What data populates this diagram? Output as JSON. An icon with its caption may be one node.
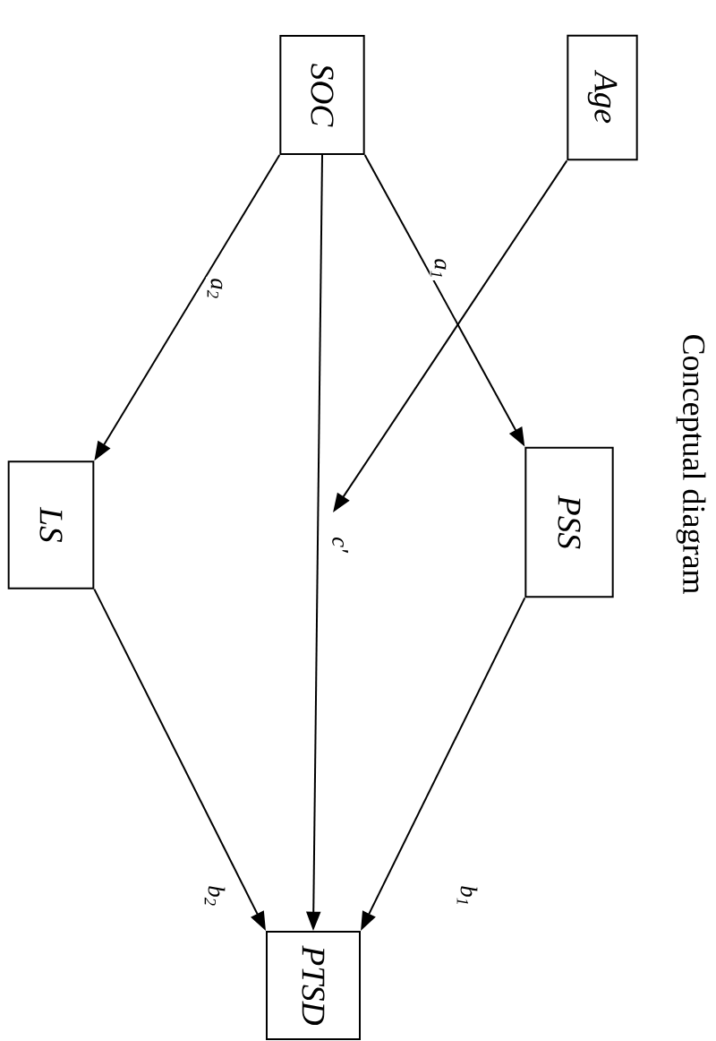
{
  "diagram": {
    "title": "Conceptual diagram",
    "nodes": [
      {
        "text": [
          "SOC"
        ]
      },
      {
        "text": [
          "Age"
        ]
      },
      {
        "text": [
          "PSS"
        ]
      },
      {
        "text": [
          "LS"
        ]
      },
      {
        "text": [
          "PTSD"
        ]
      }
    ],
    "edges": [
      {
        "from": 0,
        "to": 2,
        "arrow": "to",
        "label": "a$_{1}$"
      },
      {
        "from": 0,
        "to": 3,
        "arrow": "to",
        "label": "a$_{2}$"
      },
      {
        "from": 0,
        "to": 4,
        "arrow": "to",
        "label": "c′"
      },
      {
        "from": 1,
        "to": null,
        "arrow": "to"
      },
      {
        "from": 2,
        "to": 4,
        "arrow": "to",
        "label": "b$_{1}$"
      },
      {
        "from": 3,
        "to": 4,
        "arrow": "to",
        "label": "b$_{2}$"
      }
    ]
  }
}
